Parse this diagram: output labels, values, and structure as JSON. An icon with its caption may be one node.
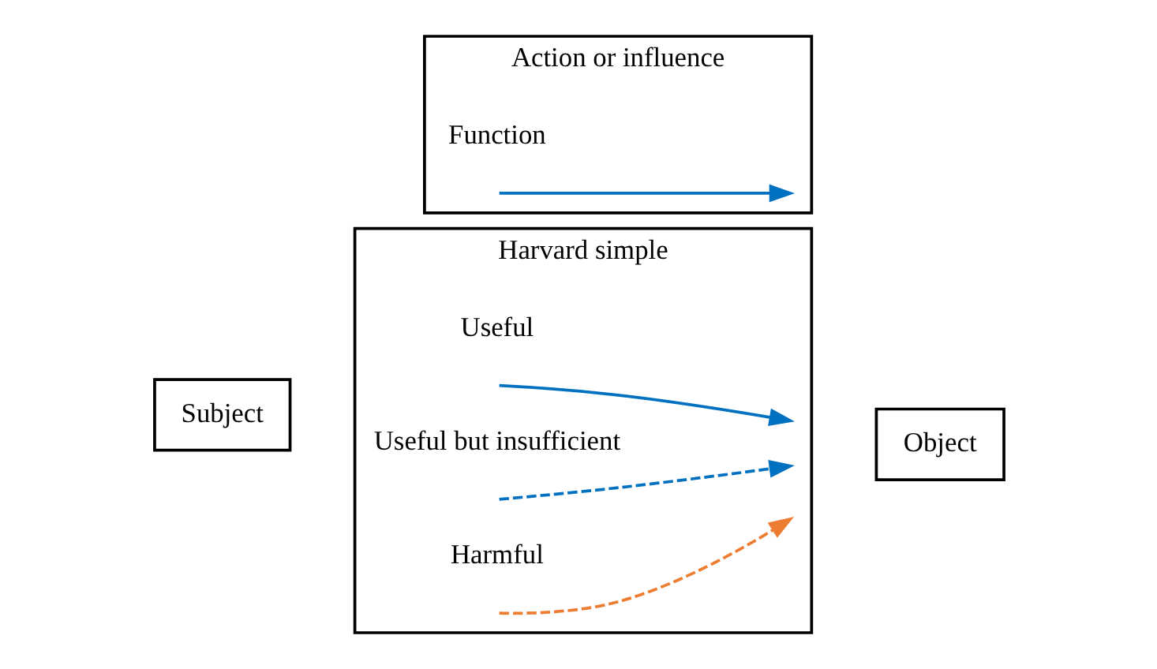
{
  "diagram": {
    "nodes": [
      {
        "text": [
          "Subject"
        ]
      },
      {
        "text": [
          "Action or influence"
        ]
      },
      {
        "text": [
          "Object"
        ]
      },
      {
        "text": [
          "Harvard simple"
        ]
      }
    ],
    "legend": [
      {
        "text": "Function"
      },
      {
        "text": "Useful"
      },
      {
        "text": "Useful but insufficient"
      },
      {
        "text": "Harmful"
      }
    ]
  }
}
